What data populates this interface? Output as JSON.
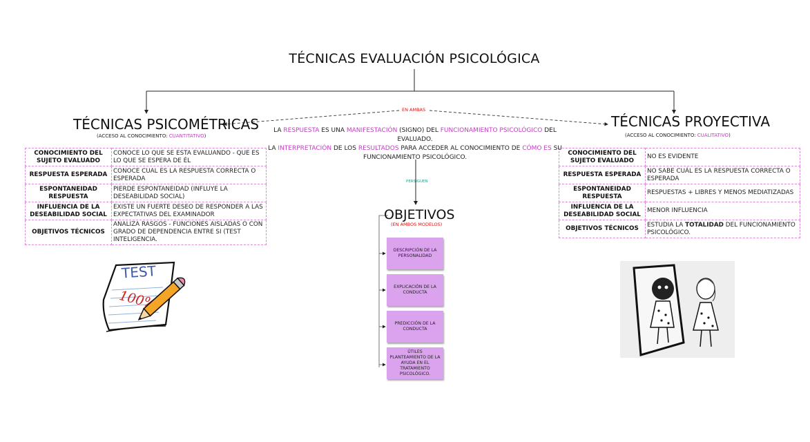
{
  "title": "TÉCNICAS EVALUACIÓN PSICOLÓGICA",
  "link_label": "EN AMBAS",
  "left": {
    "title": "TÉCNICAS PSICOMÉTRICAS",
    "access_prefix": "(ACCESO AL CONOCIMIENTO: ",
    "access_value": "CUANTITATIVO",
    "access_suffix": ")",
    "rows": [
      {
        "key": "CONOCIMIENTO DEL SUJETO EVALUADO",
        "value": "CONOCE LO QUE SE ESTA EVALUANDO - QUE ES LO QUE SE ESPERA DE ÉL"
      },
      {
        "key": "RESPUESTA ESPERADA",
        "value": "CONOCE CUAL ES LA RESPUESTA CORRECTA O ESPERADA"
      },
      {
        "key": "ESPONTANEIDAD RESPUESTA",
        "value": "PIERDE ESPONTANEIDAD (INFLUYE LA DESEABILIDAD SOCIAL)"
      },
      {
        "key": "INFLUENCIA DE LA DESEABILIDAD SOCIAL",
        "value": "EXISTE UN FUERTE DESEO DE RESPONDER A LAS EXPECTATIVAS DEL EXAMINADOR"
      },
      {
        "key": "OBJETIVOS TÉCNICOS",
        "value": "ANALIZA RASGOS - FUNCIONES AISLADAS O CON GRADO DE DEPENDENCIA ENTRE SI (TEST INTELIGENCIA."
      }
    ]
  },
  "right": {
    "title": "TÉCNICAS PROYECTIVA",
    "access_prefix": "(ACCESO AL CONOCIMIENTO: ",
    "access_value": "CUALITATIVO",
    "access_suffix": ")",
    "rows": [
      {
        "key": "CONOCIMIENTO DEL SUJETO EVALUADO",
        "value": "NO ES EVIDENTE"
      },
      {
        "key": "RESPUESTA ESPERADA",
        "value": "NO SABE CUÁL ES LA RESPUESTA CORRECTA O ESPERADA"
      },
      {
        "key": "ESPONTANEIDAD RESPUESTA",
        "value": "RESPUESTAS + LIBRES Y MENOS MEDIATIZADAS"
      },
      {
        "key": "INFLUENCIA DE LA DESEABILIDAD SOCIAL",
        "value": "MENOR INFLUENCIA"
      },
      {
        "key": "OBJETIVOS TÉCNICOS",
        "value_prefix": "ESTUDIA LA ",
        "value_bold": "TOTALIDAD",
        "value_suffix": " DEL FUNCIONAMIENTO PSICOLÓGICO."
      }
    ]
  },
  "center": {
    "line1": [
      "LA ",
      "RESPUESTA",
      " ES UNA ",
      "MANIFESTACIÓN",
      " (SIGNO) DEL ",
      "FUNCIONAMIENTO PSICOLÓGICO",
      " DEL EVALUADO."
    ],
    "line2": [
      "LA ",
      "INTERPRETACIÓN",
      " DE LOS ",
      "RESULTADOS",
      " PARA ACCEDER AL CONOCIMIENTO DE ",
      "CÓMO ES",
      " SU"
    ],
    "line3": "FUNCIONAMIENTO PSICOLÓGICO.",
    "arrow_label": "PERSIGUEN"
  },
  "objectives": {
    "title": "OBJETIVOS",
    "subtitle": "(EN AMBOS MODELOS)",
    "items": [
      "DESCRIPCIÓN DE LA PERSONALIDAD",
      "EXPLICACIÓN DE LA CONDUCTA",
      "PREDICCIÓN DE LA CONDUCTA",
      "ÚTILES PLANTEAMIENTO DE LA AYUDA EN EL TRATAMIENTO PSICOLÓGICO."
    ]
  },
  "test_image": {
    "word": "TEST",
    "score": "100%"
  },
  "colors": {
    "highlight": "#c23fc2",
    "red": "#d11111",
    "note": "#dba3ee",
    "teal": "#1aa18f",
    "border": "#d98ad9"
  }
}
